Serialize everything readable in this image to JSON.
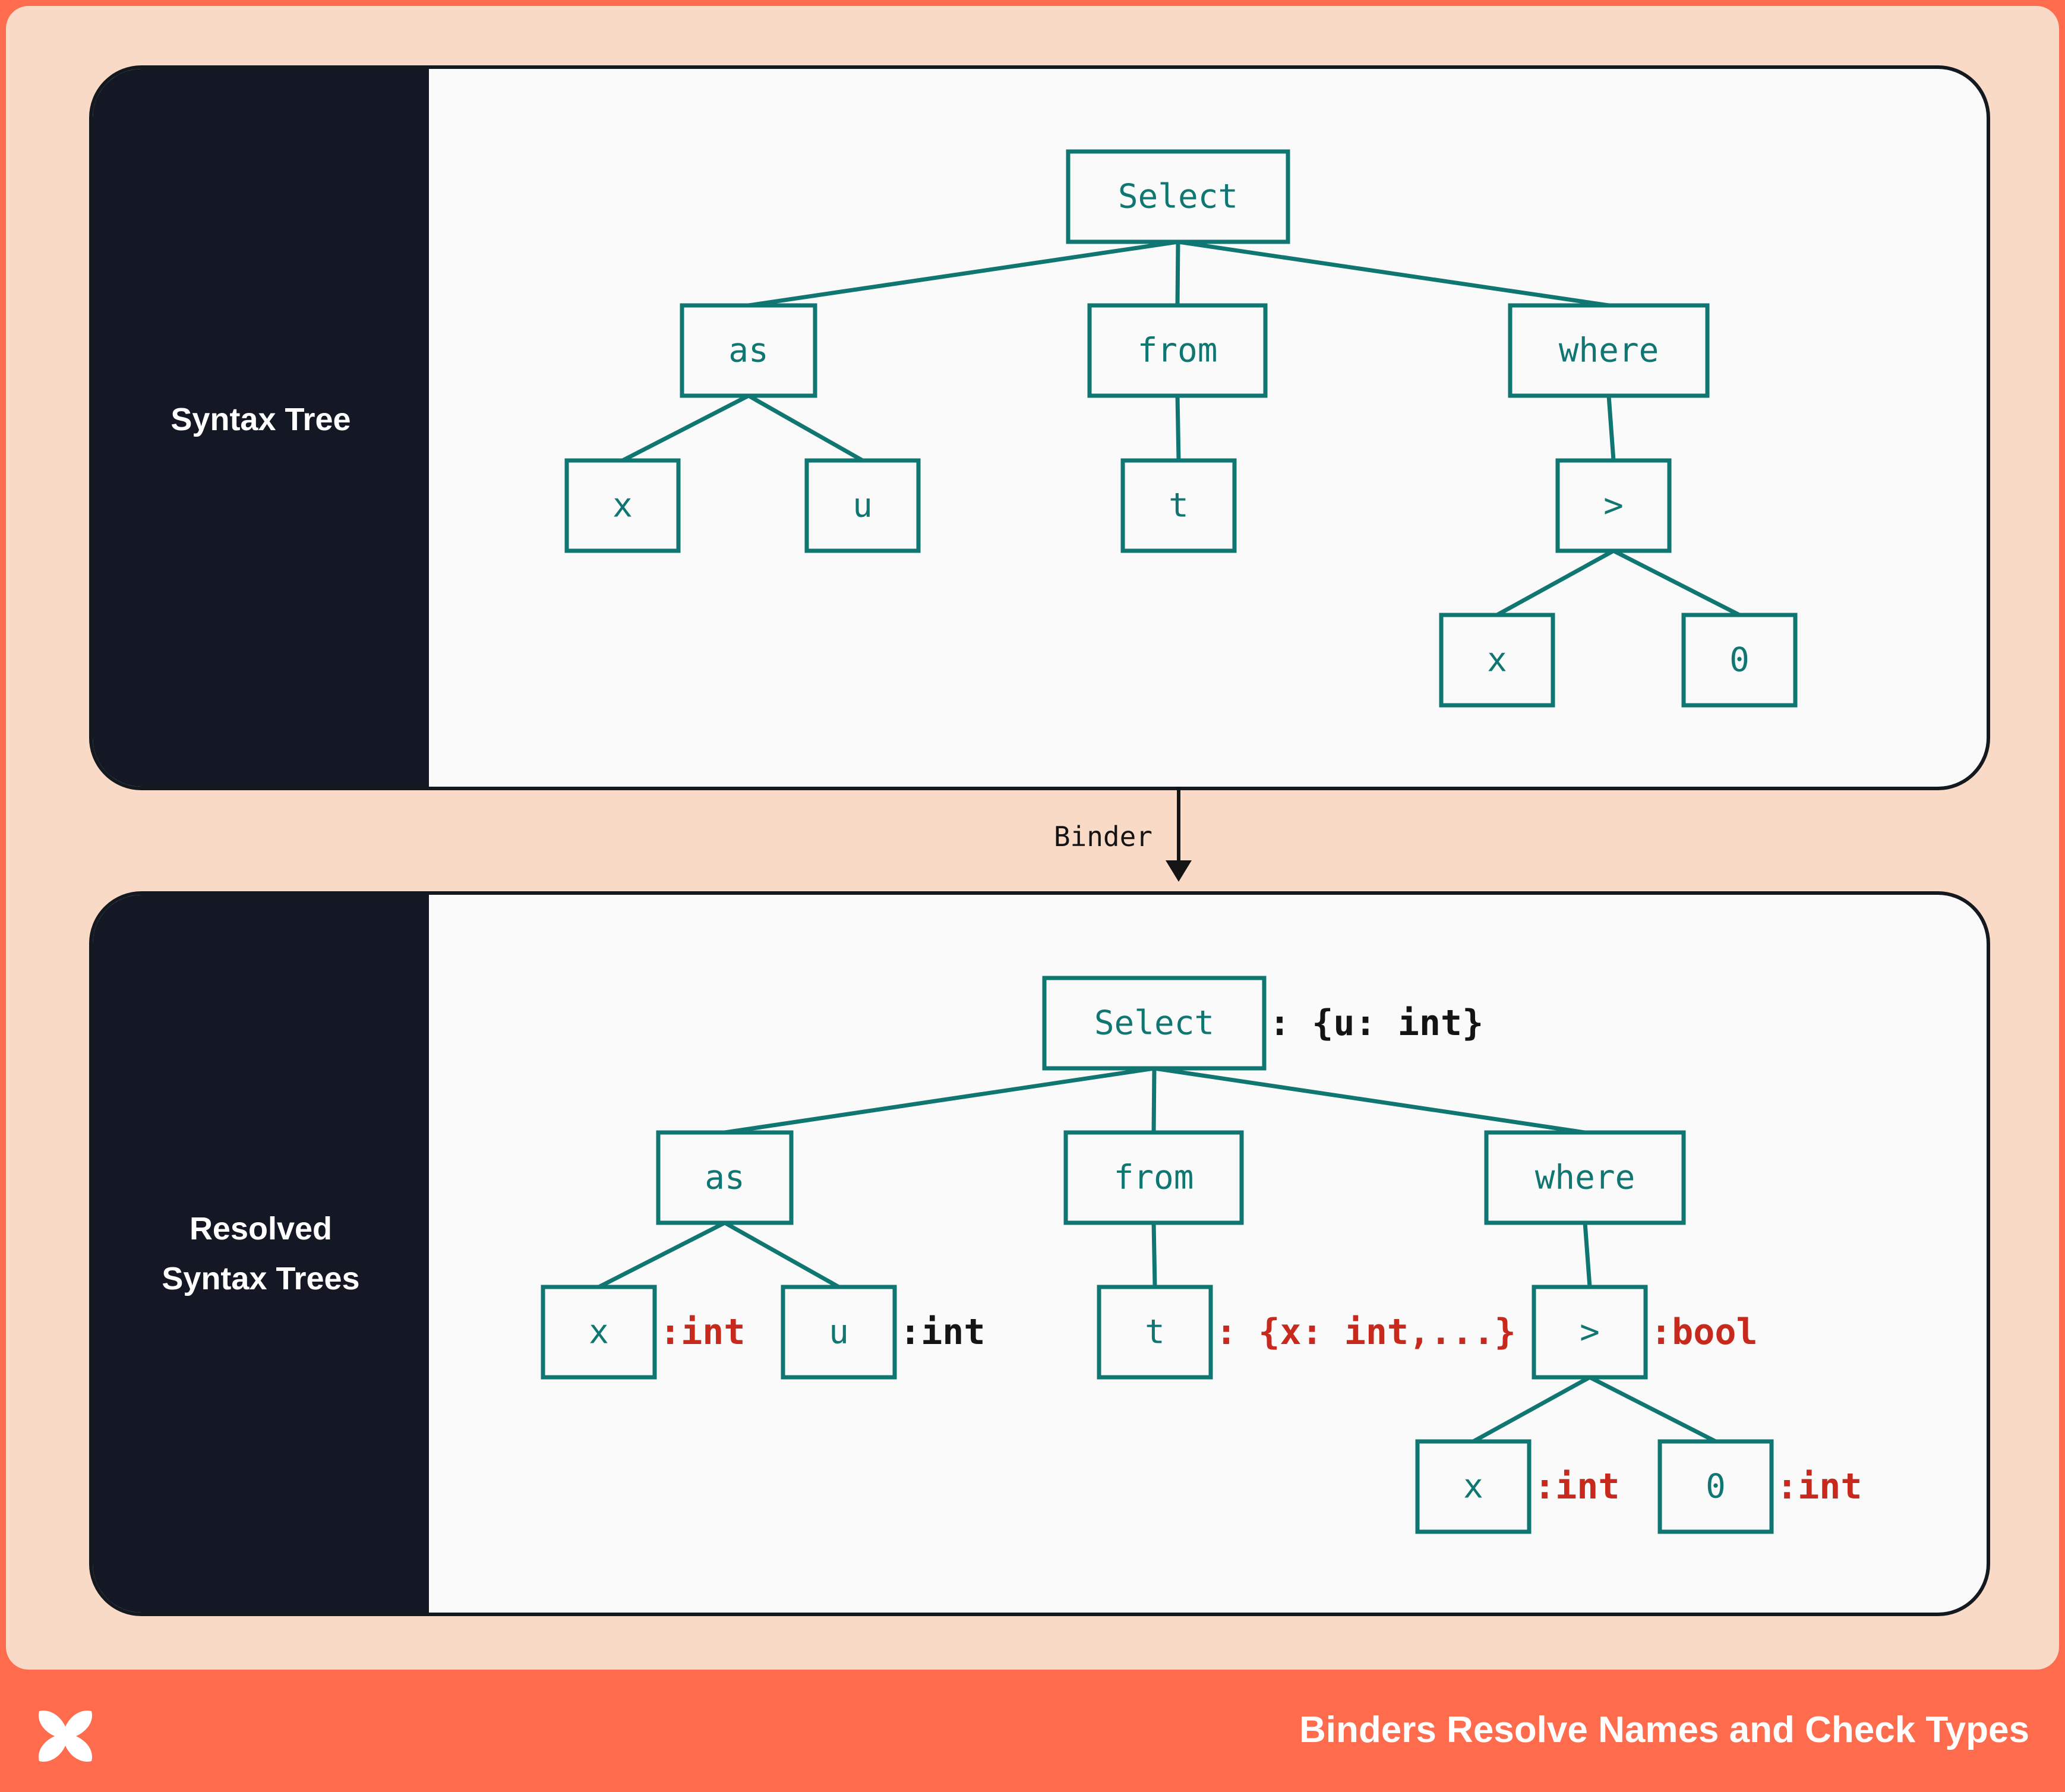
{
  "panels": {
    "top_label": "Syntax Tree",
    "bottom_label": "Resolved\nSyntax Trees"
  },
  "arrow_label": "Binder",
  "footer": {
    "title": "Binders Resolve Names and Check Types",
    "logo": "x-logo-icon"
  },
  "trees": {
    "syntax": {
      "nodes": [
        {
          "id": "select",
          "label": "Select"
        },
        {
          "id": "as",
          "label": "as"
        },
        {
          "id": "from",
          "label": "from"
        },
        {
          "id": "where",
          "label": "where"
        },
        {
          "id": "x",
          "label": "x"
        },
        {
          "id": "u",
          "label": "u"
        },
        {
          "id": "t",
          "label": "t"
        },
        {
          "id": "gt",
          "label": ">"
        },
        {
          "id": "x2",
          "label": "x"
        },
        {
          "id": "zero",
          "label": "0"
        }
      ],
      "edges": [
        [
          "select",
          "as"
        ],
        [
          "select",
          "from"
        ],
        [
          "select",
          "where"
        ],
        [
          "as",
          "x"
        ],
        [
          "as",
          "u"
        ],
        [
          "from",
          "t"
        ],
        [
          "where",
          "gt"
        ],
        [
          "gt",
          "x2"
        ],
        [
          "gt",
          "zero"
        ]
      ]
    },
    "resolved": {
      "nodes": [
        {
          "id": "select",
          "label": "Select",
          "type": ": {u: int}",
          "type_color": "dark"
        },
        {
          "id": "as",
          "label": "as"
        },
        {
          "id": "from",
          "label": "from"
        },
        {
          "id": "where",
          "label": "where"
        },
        {
          "id": "x",
          "label": "x",
          "type": ":int",
          "type_color": "red"
        },
        {
          "id": "u",
          "label": "u",
          "type": ":int",
          "type_color": "dark"
        },
        {
          "id": "t",
          "label": "t",
          "type": ": {x: int,...}",
          "type_color": "red"
        },
        {
          "id": "gt",
          "label": ">",
          "type": ":bool",
          "type_color": "red"
        },
        {
          "id": "x2",
          "label": "x",
          "type": ":int",
          "type_color": "red"
        },
        {
          "id": "zero",
          "label": "0",
          "type": ":int",
          "type_color": "red"
        }
      ],
      "edges": [
        [
          "select",
          "as"
        ],
        [
          "select",
          "from"
        ],
        [
          "select",
          "where"
        ],
        [
          "as",
          "x"
        ],
        [
          "as",
          "u"
        ],
        [
          "from",
          "t"
        ],
        [
          "where",
          "gt"
        ],
        [
          "gt",
          "x2"
        ],
        [
          "gt",
          "zero"
        ]
      ]
    }
  },
  "colors": {
    "background": "#f9dac6",
    "accent": "#ff6b4d",
    "sidebar": "#141824",
    "node": "#0f7672",
    "type_red": "#c7291c",
    "type_dark": "#141414"
  }
}
